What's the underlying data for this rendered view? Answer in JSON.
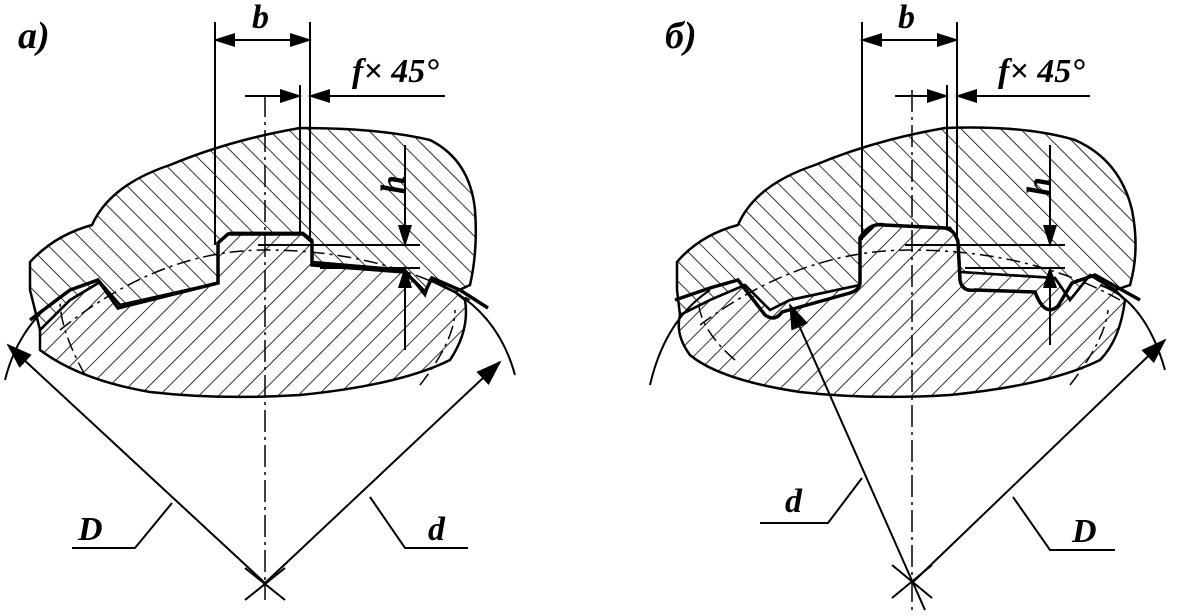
{
  "figures": [
    {
      "panel_label": "а)",
      "dim_width": "b",
      "dim_chamfer": "f× 45°",
      "dim_height": "h",
      "label_left_diameter": "D",
      "label_right_diameter": "d"
    },
    {
      "panel_label": "б)",
      "dim_width": "b",
      "dim_chamfer": "f× 45°",
      "dim_height": "h",
      "label_left_diameter": "d",
      "label_right_diameter": "D"
    }
  ]
}
